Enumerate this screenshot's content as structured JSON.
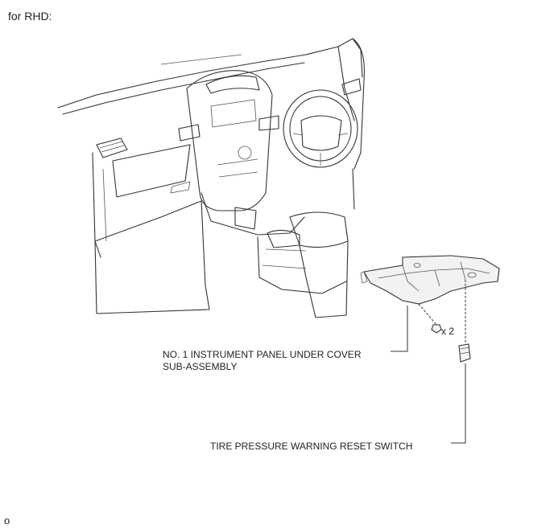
{
  "heading": "for RHD:",
  "labels": {
    "under_cover_line1": "NO. 1 INSTRUMENT PANEL UNDER COVER",
    "under_cover_line2": "SUB-ASSEMBLY",
    "screw_qty": "x 2",
    "reset_switch": "TIRE PRESSURE WARNING RESET SWITCH"
  },
  "footer_mark": "o"
}
